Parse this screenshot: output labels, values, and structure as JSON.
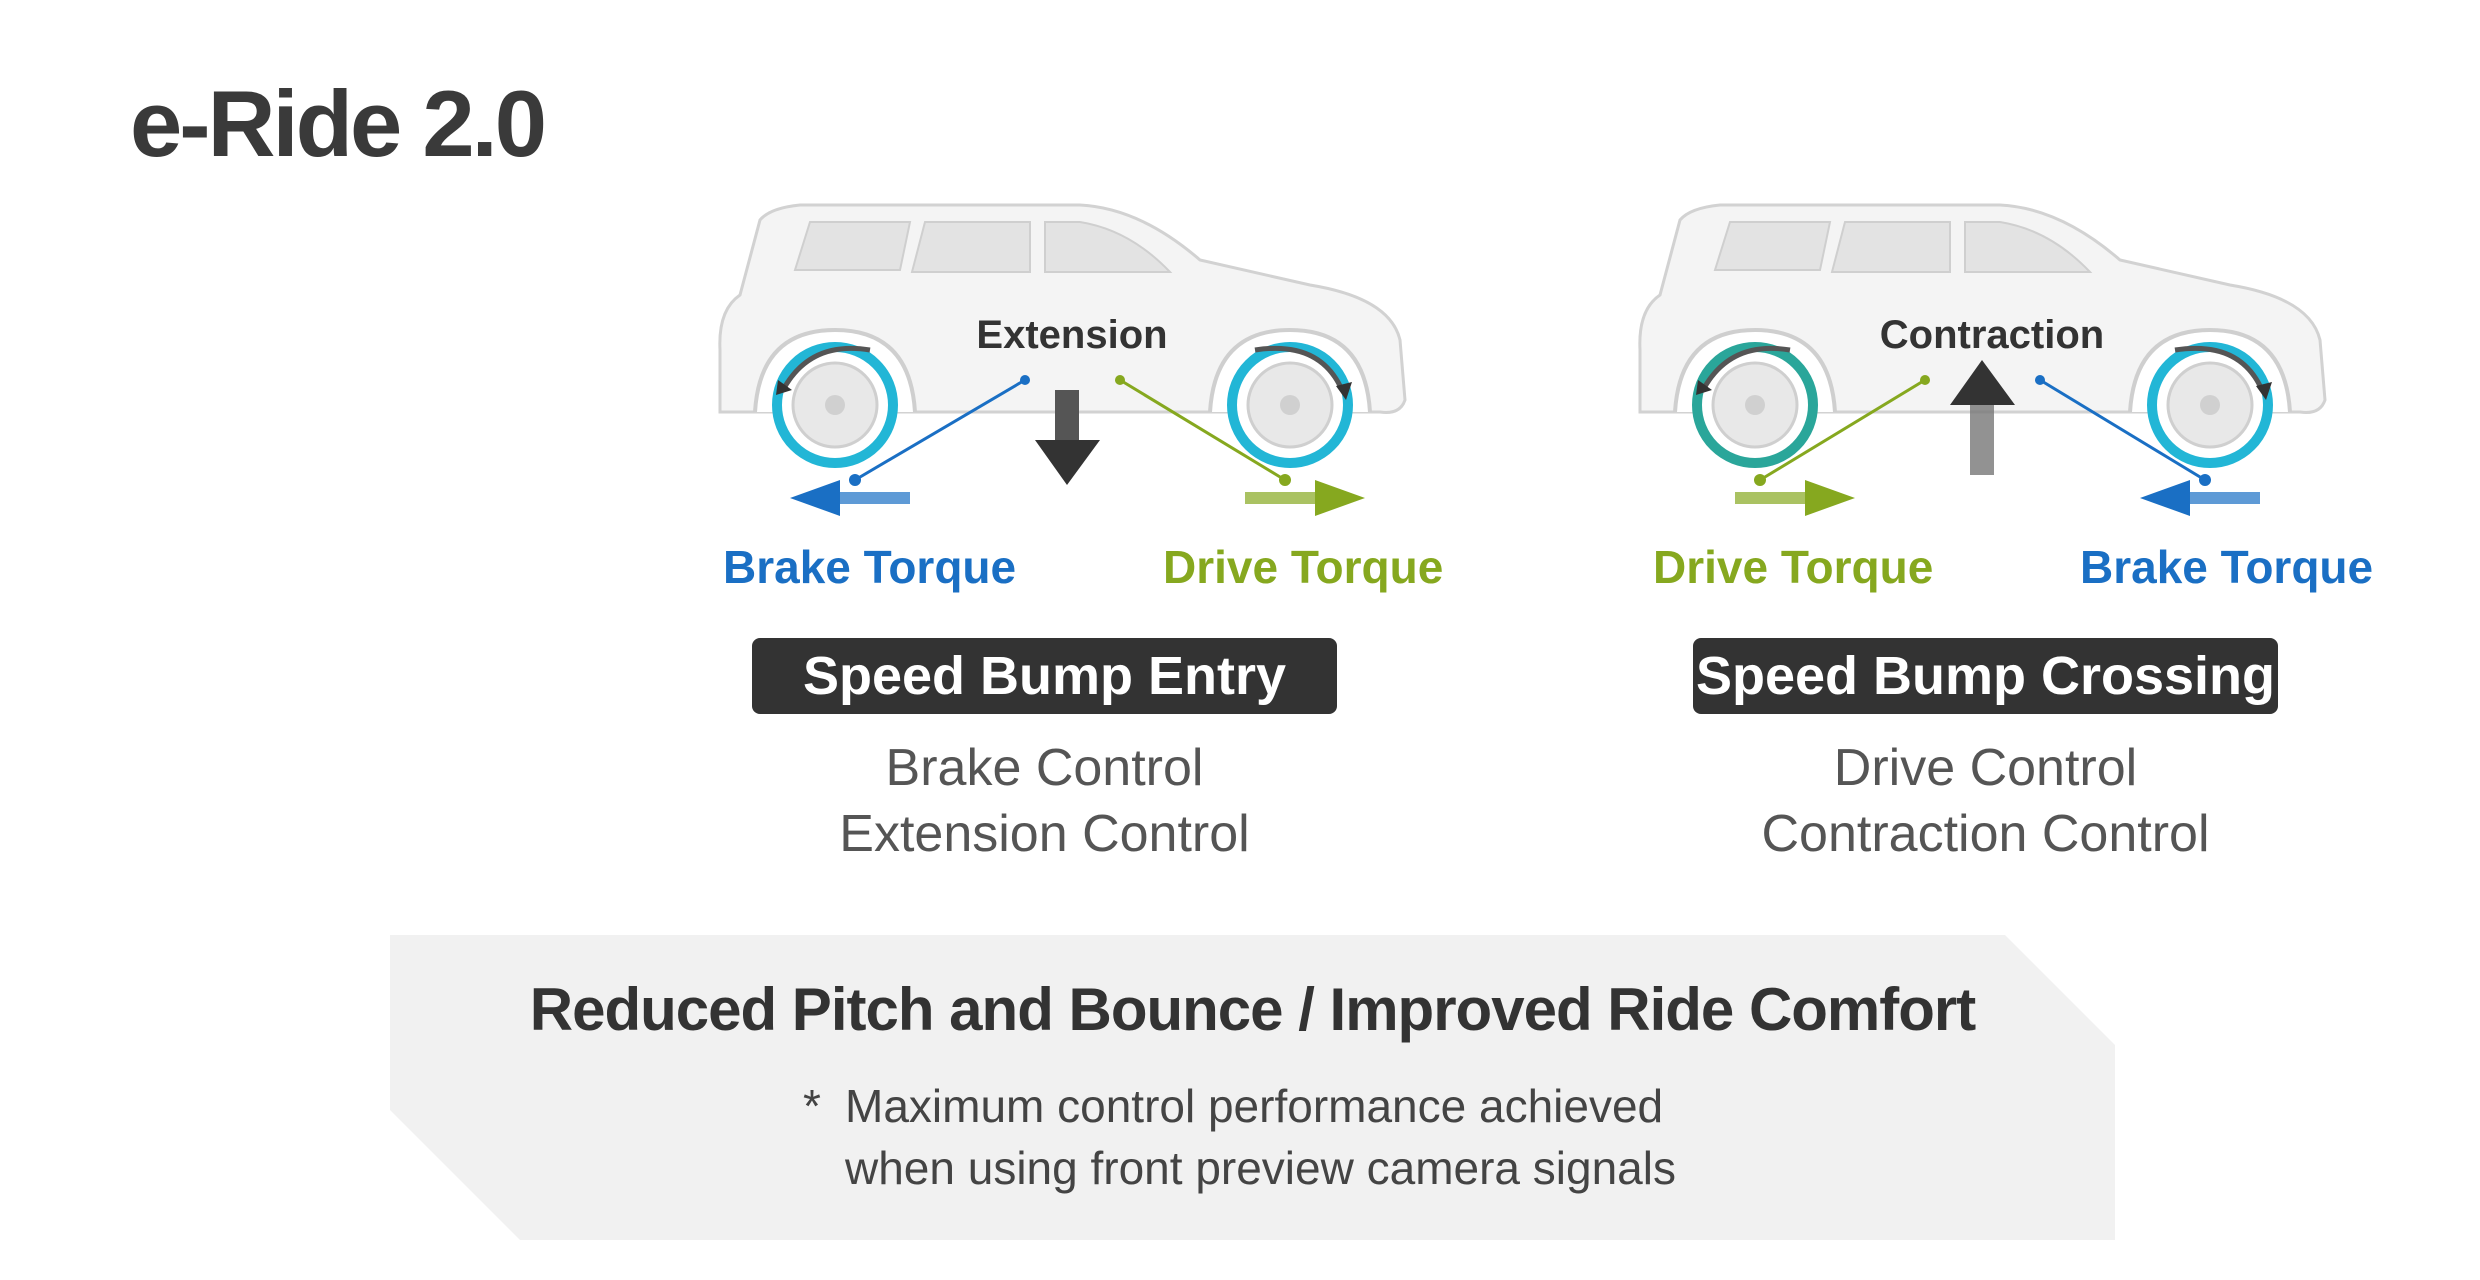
{
  "title": "e-Ride 2.0",
  "panels": [
    {
      "state": "Extension",
      "left_label": "Brake Torque",
      "right_label": "Drive Torque",
      "scenario": "Speed Bump Entry",
      "controls": [
        "Brake Control",
        "Extension Control"
      ]
    },
    {
      "state": "Contraction",
      "left_label": "Drive Torque",
      "right_label": "Brake Torque",
      "scenario": "Speed Bump Crossing",
      "controls": [
        "Drive Control",
        "Contraction Control"
      ]
    }
  ],
  "summary": {
    "headline": "Reduced Pitch and Bounce / Improved Ride Comfort",
    "note_marker": "*",
    "note_lines": [
      "Maximum control performance achieved",
      "when using front preview camera signals"
    ]
  },
  "colors": {
    "blue": "#1a6fc4",
    "green": "#86a81f",
    "dark": "#333333"
  }
}
